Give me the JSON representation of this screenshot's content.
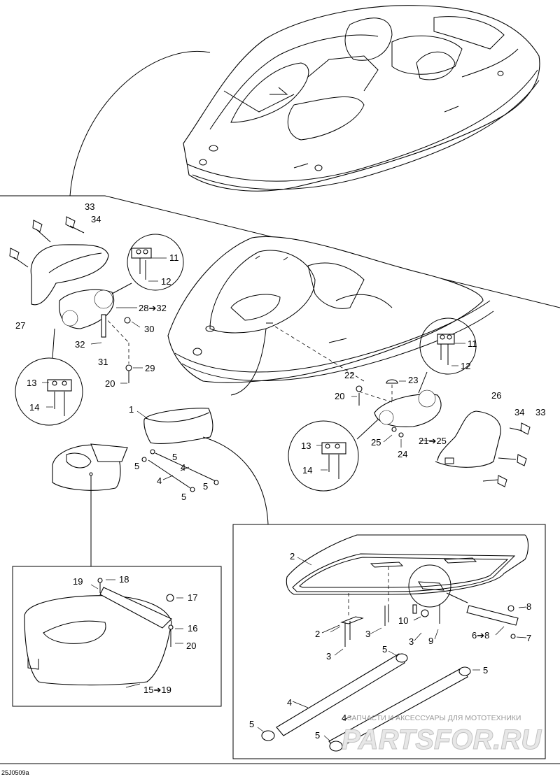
{
  "diagram_code": "25J0509a",
  "callouts": {
    "c1_main": "1",
    "c1_detail": "2",
    "c2": "2",
    "c3a": "3",
    "c3b": "3",
    "c3c": "3",
    "c4a": "4",
    "c4b": "4",
    "c4c": "4",
    "c4d": "4",
    "c5a": "5",
    "c5b": "5",
    "c5c": "5",
    "c5d": "5",
    "c5e": "5",
    "c5f": "5",
    "c6_8": "6➔8",
    "c7": "7",
    "c8": "8",
    "c9": "9",
    "c10": "10",
    "c11a": "11",
    "c11b": "11",
    "c12a": "12",
    "c12b": "12",
    "c13a": "13",
    "c13b": "13",
    "c14a": "14",
    "c14b": "14",
    "c15_19": "15➔19",
    "c16": "16",
    "c17": "17",
    "c18": "18",
    "c19": "19",
    "c20a": "20",
    "c20b": "20",
    "c20c": "20",
    "c21_25": "21➔25",
    "c22": "22",
    "c23": "23",
    "c24": "24",
    "c25": "25",
    "c26": "26",
    "c27": "27",
    "c28_32": "28➔32",
    "c29": "29",
    "c30": "30",
    "c31": "31",
    "c32": "32",
    "c33a": "33",
    "c33b": "33",
    "c34a": "34",
    "c34b": "34"
  },
  "watermark": {
    "tagline": "ЗАПЧАСТИ И АКСЕССУАРЫ ДЛЯ МОТОТЕХНИКИ",
    "logo": "PARTSFOR.RU"
  }
}
